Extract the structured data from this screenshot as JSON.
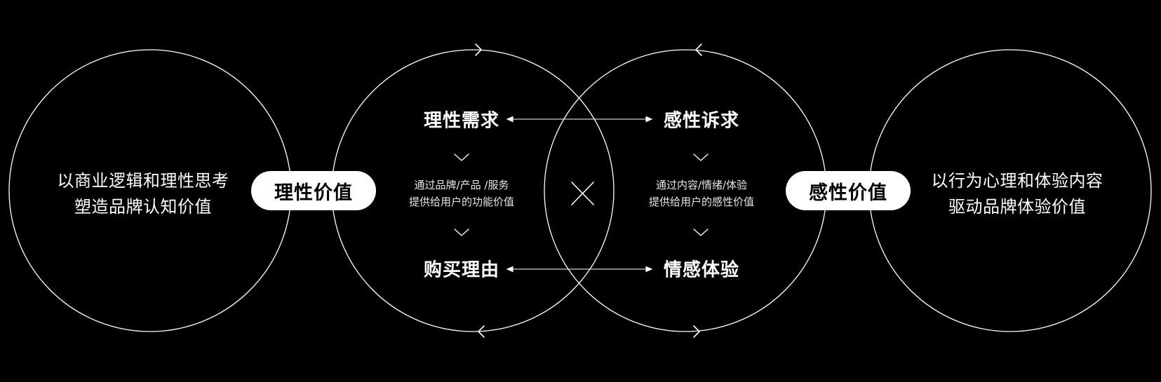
{
  "colors": {
    "background": "#000000",
    "stroke": "#ffffff",
    "pill_fill": "#ffffff",
    "pill_text": "#000000"
  },
  "left": {
    "text_lines": [
      "以商业逻辑和理性思考",
      "塑造品牌认知价值"
    ],
    "pill_label": "理性价值"
  },
  "rational": {
    "top_heading": "理性需求",
    "desc_lines": [
      "通过品牌/产品 /服务",
      "提供给用户的功能价值"
    ],
    "bottom_heading": "购买理由"
  },
  "emotional": {
    "top_heading": "感性诉求",
    "desc_lines": [
      "通过内容/情绪/体验",
      "提供给用户的感性价值"
    ],
    "bottom_heading": "情感体验"
  },
  "right": {
    "text_lines": [
      "以行为心理和体验内容",
      "驱动品牌体验价值"
    ],
    "pill_label": "感性价值"
  },
  "icons": {
    "center": "cross-icon",
    "chevrons": "chevron-down-icon",
    "circle_arrows": "arrowhead-icon",
    "connectors": "double-arrow-icon"
  }
}
